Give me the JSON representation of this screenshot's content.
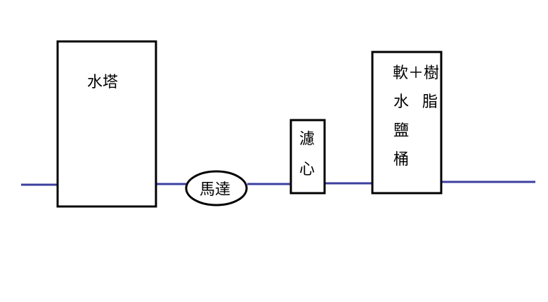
{
  "diagram": {
    "colors": {
      "pipe": "#3b3fa0",
      "outline": "#000000",
      "background": "#ffffff"
    },
    "water_tower": {
      "label": "水塔"
    },
    "motor": {
      "label": "馬達"
    },
    "filter": {
      "label_line1": "濾",
      "label_line2": "心"
    },
    "softener": {
      "row1": "軟＋樹",
      "row2_left": "水",
      "row2_right": "脂",
      "row3": "鹽",
      "row4": "桶"
    }
  }
}
